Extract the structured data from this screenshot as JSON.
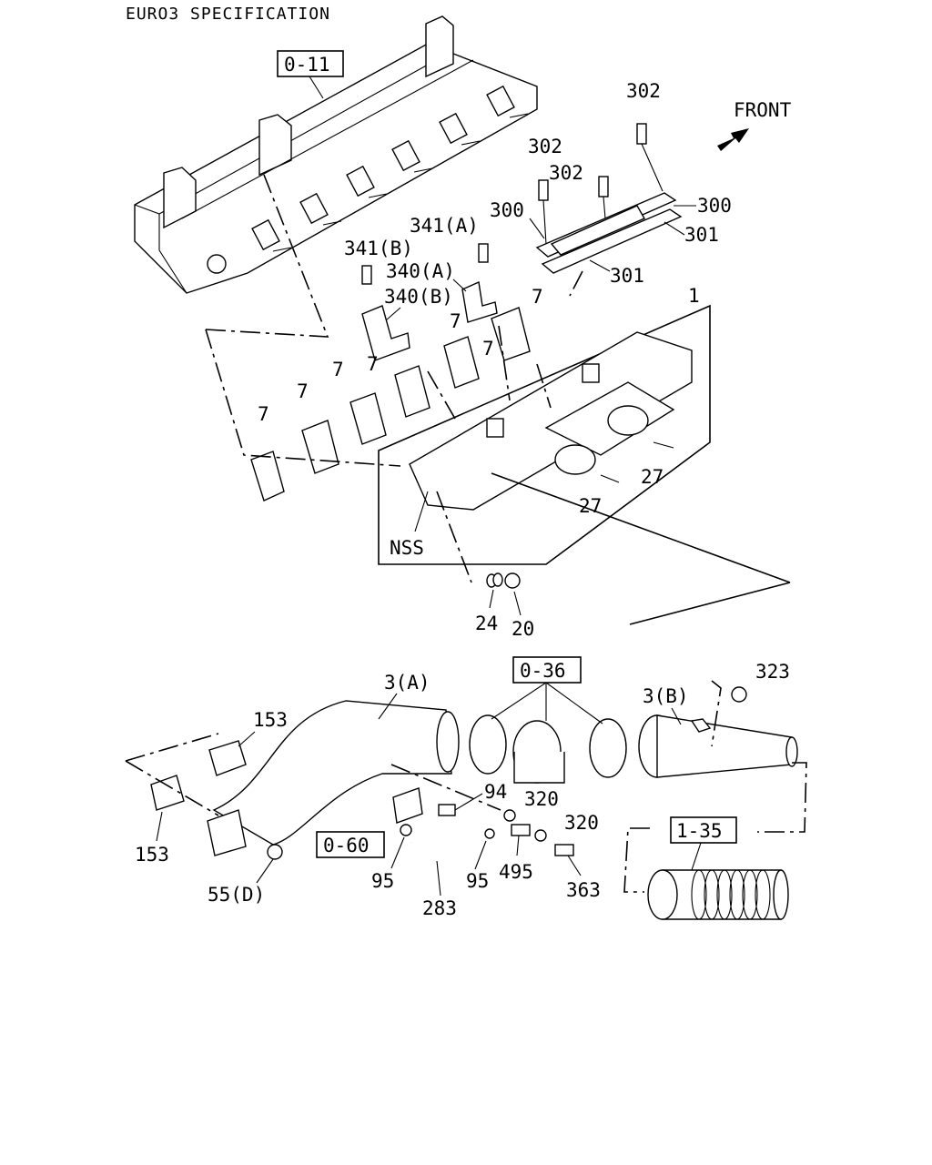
{
  "header": {
    "specification": "EURO3 SPECIFICATION"
  },
  "front_label": "FRONT",
  "references": {
    "r_0_11": "0-11",
    "r_0_36": "0-36",
    "r_0_60": "0-60",
    "r_1_35": "1-35"
  },
  "callouts": {
    "c302a": "302",
    "c302b": "302",
    "c302c": "302",
    "c300a": "300",
    "c300b": "300",
    "c301a": "301",
    "c301b": "301",
    "c341a": "341(A)",
    "c341b": "341(B)",
    "c340a": "340(A)",
    "c340b": "340(B)",
    "c1": "1",
    "c7a": "7",
    "c7b": "7",
    "c7c": "7",
    "c7d": "7",
    "c7e": "7",
    "c7f": "7",
    "c7g": "7",
    "c27a": "27",
    "c27b": "27",
    "nss": "NSS",
    "c24": "24",
    "c20": "20",
    "c3a": "3(A)",
    "c3b": "3(B)",
    "c323": "323",
    "c153a": "153",
    "c153b": "153",
    "c94": "94",
    "c320a": "320",
    "c320b": "320",
    "c95a": "95",
    "c95b": "95",
    "c495": "495",
    "c363": "363",
    "c283": "283",
    "c55d": "55(D)"
  }
}
